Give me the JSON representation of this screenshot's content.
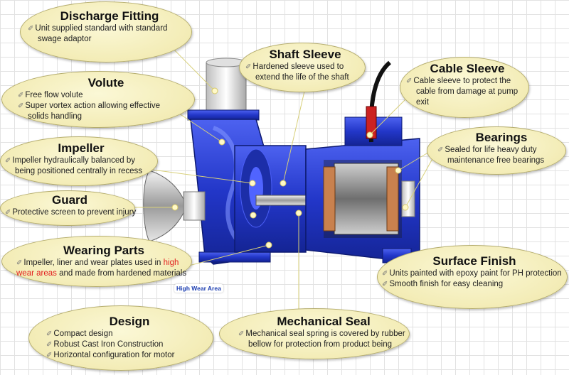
{
  "callouts": {
    "discharge": {
      "title": "Discharge Fitting",
      "line1": "Unit supplied standard with standard",
      "line2": "swage adaptor"
    },
    "volute": {
      "title": "Volute",
      "line1": "Free flow volute",
      "line2": "Super vortex action allowing effective",
      "line3": "solids handling"
    },
    "impeller": {
      "title": "Impeller",
      "line1": "Impeller hydraulically balanced by",
      "line2": "being positioned centrally in recess"
    },
    "guard": {
      "title": "Guard",
      "line1": "Protective screen to prevent injury"
    },
    "wearing": {
      "title": "Wearing Parts",
      "line1_a": "Impeller, liner and wear plates used in ",
      "line1_b": "high",
      "line2_a": "wear areas",
      "line2_b": " and made from hardened materials"
    },
    "design": {
      "title": "Design",
      "line1": "Compact design",
      "line2": "Robust Cast Iron Construction",
      "line3": "Horizontal configuration for motor"
    },
    "shaft": {
      "title": "Shaft Sleeve",
      "line1": "Hardened sleeve used to",
      "line2": "extend the life of the shaft"
    },
    "cable": {
      "title": "Cable Sleeve",
      "line1": "Cable sleeve to protect the",
      "line2": "cable from damage at pump",
      "line3": "exit"
    },
    "bearings": {
      "title": "Bearings",
      "line1": "Sealed for life heavy duty",
      "line2": "maintenance free bearings"
    },
    "surface": {
      "title": "Surface Finish",
      "line1": "Units painted with epoxy paint for PH protection",
      "line2": "Smooth finish for easy cleaning"
    },
    "mechseal": {
      "title": "Mechanical Seal",
      "line1": "Mechanical seal spring is covered by rubber",
      "line2": "bellow for protection from product being"
    }
  },
  "high_wear_label": "High Wear Area",
  "icons": {
    "bullet": "pencil-icon"
  },
  "colors": {
    "callout_fill": "#f3ecb6",
    "pump_blue": "#2a3fd1",
    "highlight_red": "#e21b1b",
    "leader_line": "#d8d07a"
  }
}
